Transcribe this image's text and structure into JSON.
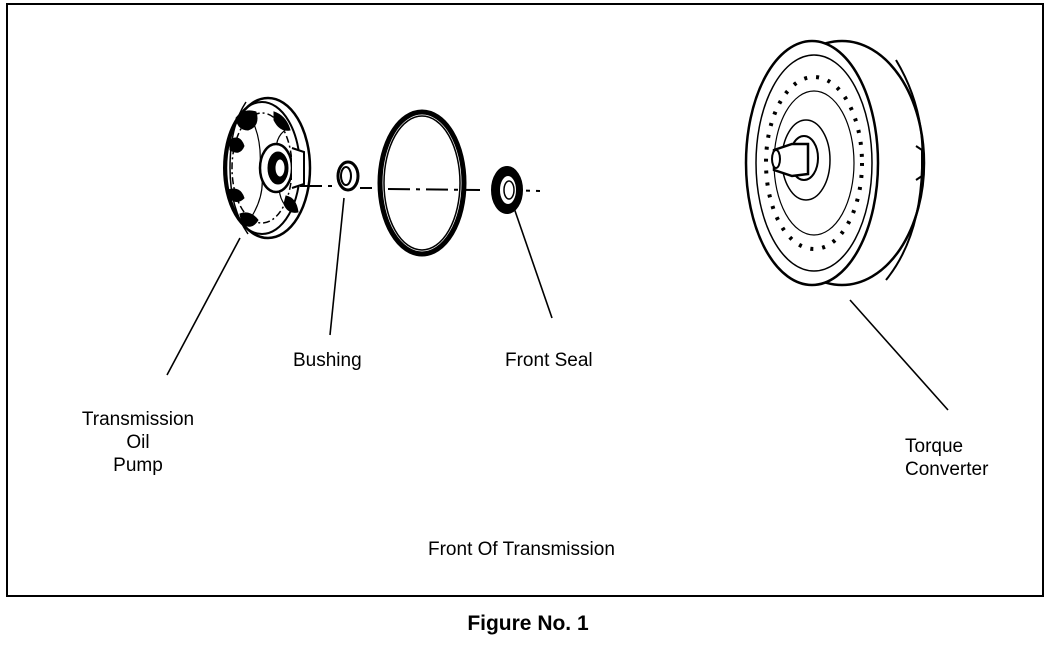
{
  "figure": {
    "caption": "Figure No. 1",
    "subtitle": "Front Of Transmission"
  },
  "labels": {
    "pump_line1": "Transmission",
    "pump_line2": "Oil",
    "pump_line3": "Pump",
    "bushing": "Bushing",
    "front_seal": "Front Seal",
    "converter_line1": "Torque",
    "converter_line2": "Converter"
  },
  "colors": {
    "ink": "#000000",
    "paper": "#ffffff"
  }
}
